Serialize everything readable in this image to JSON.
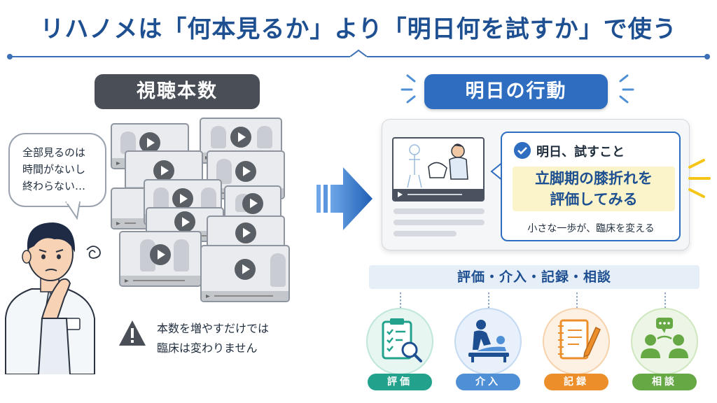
{
  "title": "リハノメは「何本見るか」より「明日何を試すか」で使う",
  "left": {
    "heading": "視聴本数",
    "bubble_lines": [
      "全部見るのは",
      "時間がないし",
      "終わらない…"
    ],
    "warning_lines": [
      "本数を増やすだけでは",
      "臨床は変わりません"
    ]
  },
  "right": {
    "heading": "明日の行動",
    "note_title": "明日、試すこと",
    "note_main_lines": [
      "立脚期の膝折れを",
      "評価してみる"
    ],
    "note_footer": "小さな一歩が、臨床を変える",
    "categories_banner": "評価・介入・記録・相談",
    "categories": [
      {
        "label": "評価",
        "color": "#22a28c",
        "icon": "clipboard-magnifier-icon"
      },
      {
        "label": "介入",
        "color": "#4f8fd6",
        "icon": "therapist-patient-icon"
      },
      {
        "label": "記録",
        "color": "#ec8f2b",
        "icon": "notebook-pen-icon"
      },
      {
        "label": "相談",
        "color": "#65a844",
        "icon": "people-chat-icon"
      }
    ]
  },
  "colors": {
    "title_blue": "#1d4f91",
    "accent_blue": "#2f6dc0",
    "gray_pill": "#4a4f57",
    "highlight_yellow": "#fbf3c9",
    "flash_yellow": "#f5c518"
  }
}
